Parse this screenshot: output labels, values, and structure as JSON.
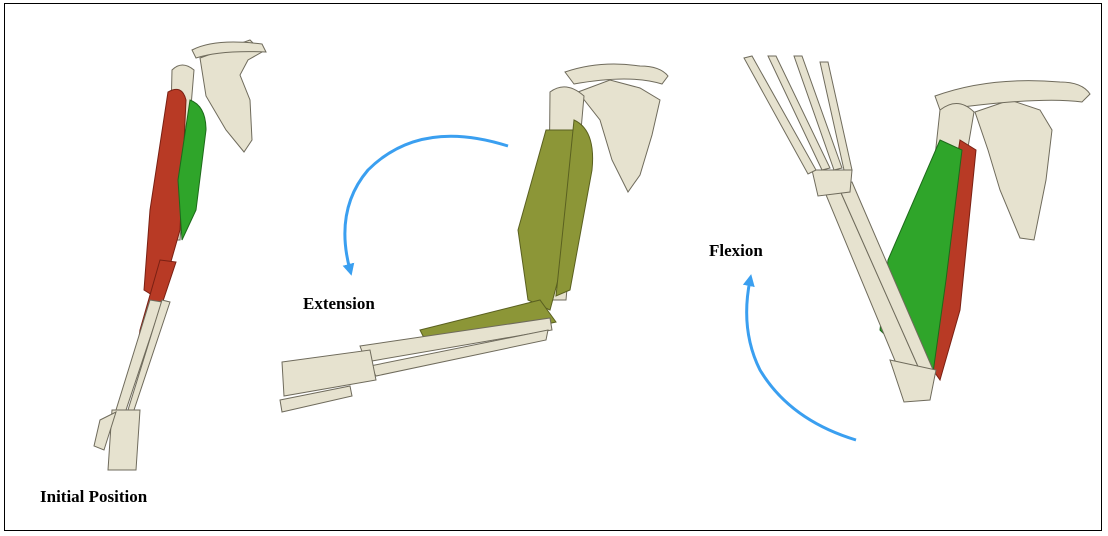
{
  "labels": {
    "initial": "Initial Position",
    "extension": "Extension",
    "flexion": "Flexion"
  },
  "colors": {
    "bone": "#e6e2cf",
    "bone_outline": "#6f6b5c",
    "flexor_muscle": "#b83a25",
    "extensor_muscle": "#2fa52a",
    "relaxed_muscle": "#8c9637",
    "arrow": "#3a9ff0"
  },
  "panels": [
    {
      "name": "initial-position",
      "muscle_state": "biceps red, triceps green"
    },
    {
      "name": "extension",
      "arrow_direction": "counter-clockwise downward"
    },
    {
      "name": "flexion",
      "arrow_direction": "upward"
    }
  ]
}
